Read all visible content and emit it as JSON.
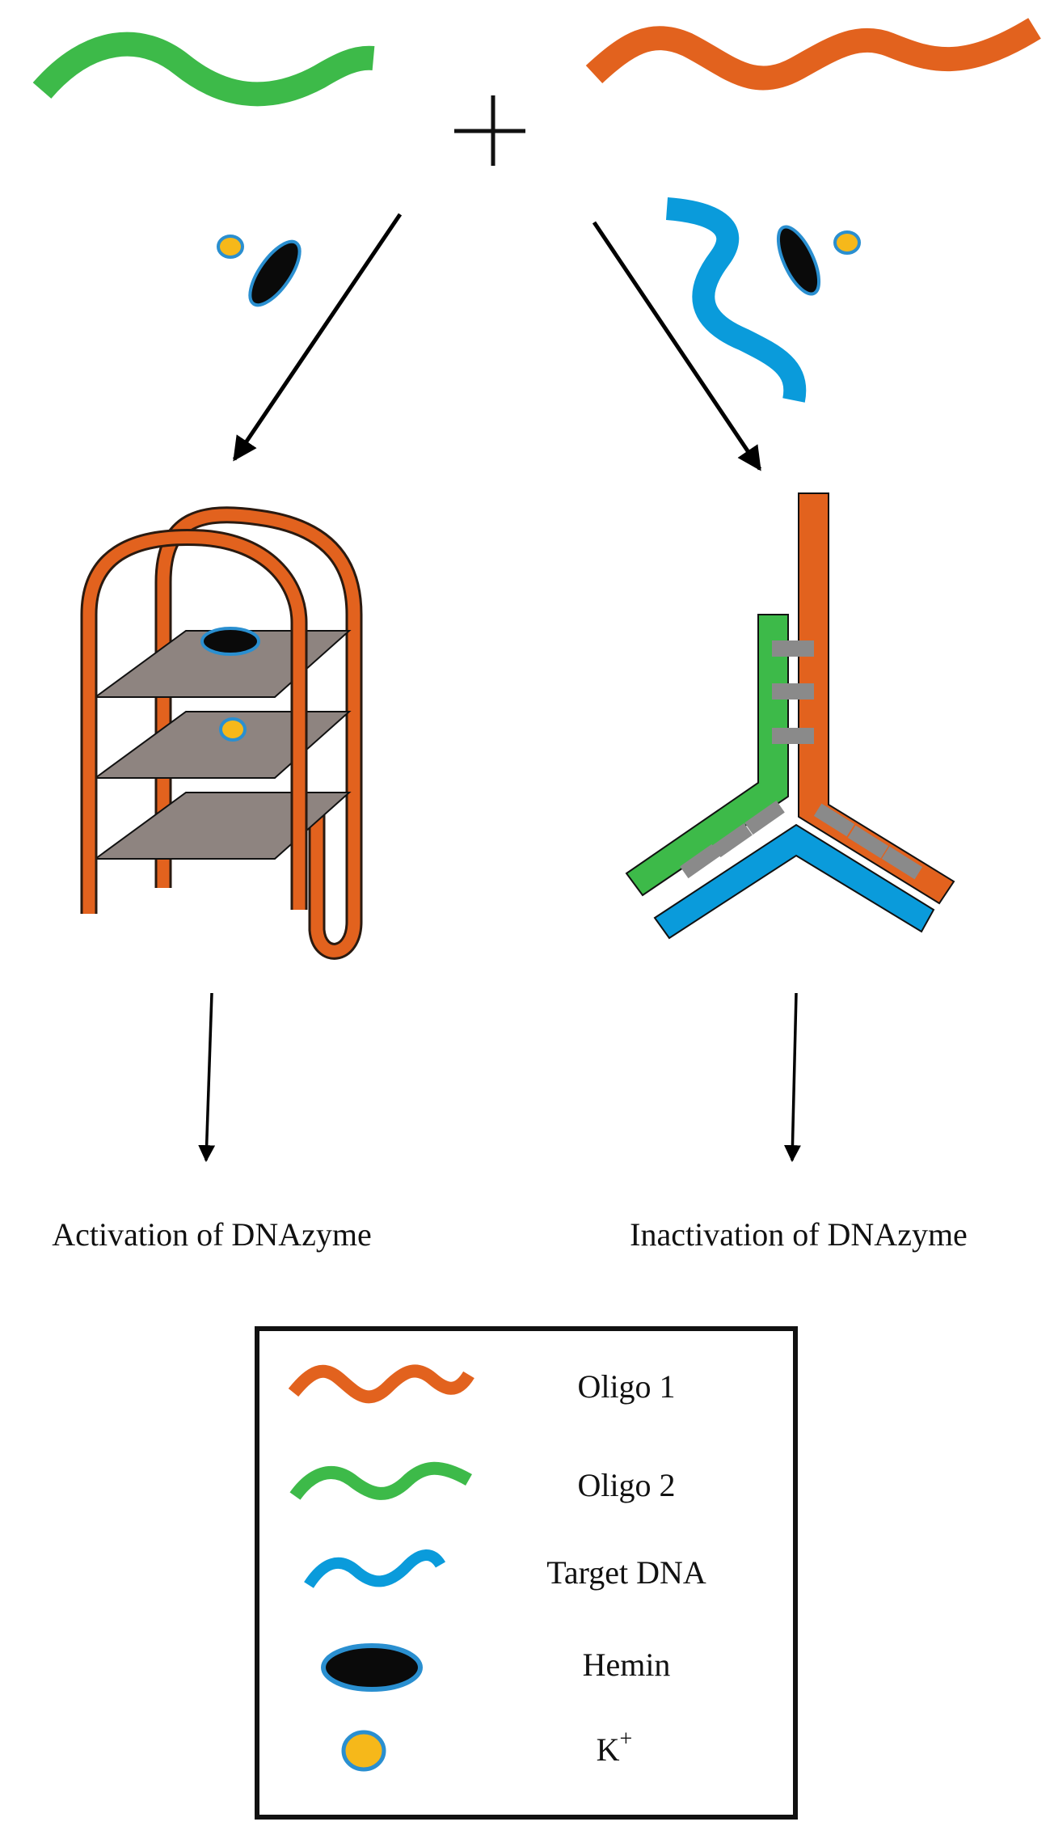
{
  "colors": {
    "oligo1": "#E2621E",
    "oligo2": "#3DBA49",
    "target_dna": "#0A9BDB",
    "hemin_fill": "#0a0a0a",
    "hemin_rim": "#2A8FD0",
    "k_ion_fill": "#F6B81A",
    "k_ion_rim": "#2A8FD0",
    "tetrad_plane": "#8E8480",
    "base_pair": "#8A8A8A"
  },
  "operator": "+",
  "outcomes": {
    "left": "Activation of DNAzyme",
    "right": "Inactivation of DNAzyme"
  },
  "legend": {
    "items": [
      {
        "icon": "oligo1-strand-icon",
        "label": "Oligo 1"
      },
      {
        "icon": "oligo2-strand-icon",
        "label": "Oligo 2"
      },
      {
        "icon": "target-dna-strand-icon",
        "label": "Target DNA"
      },
      {
        "icon": "hemin-icon",
        "label": "Hemin"
      },
      {
        "icon": "k-ion-icon",
        "label": "K",
        "superscript": "+"
      }
    ]
  }
}
